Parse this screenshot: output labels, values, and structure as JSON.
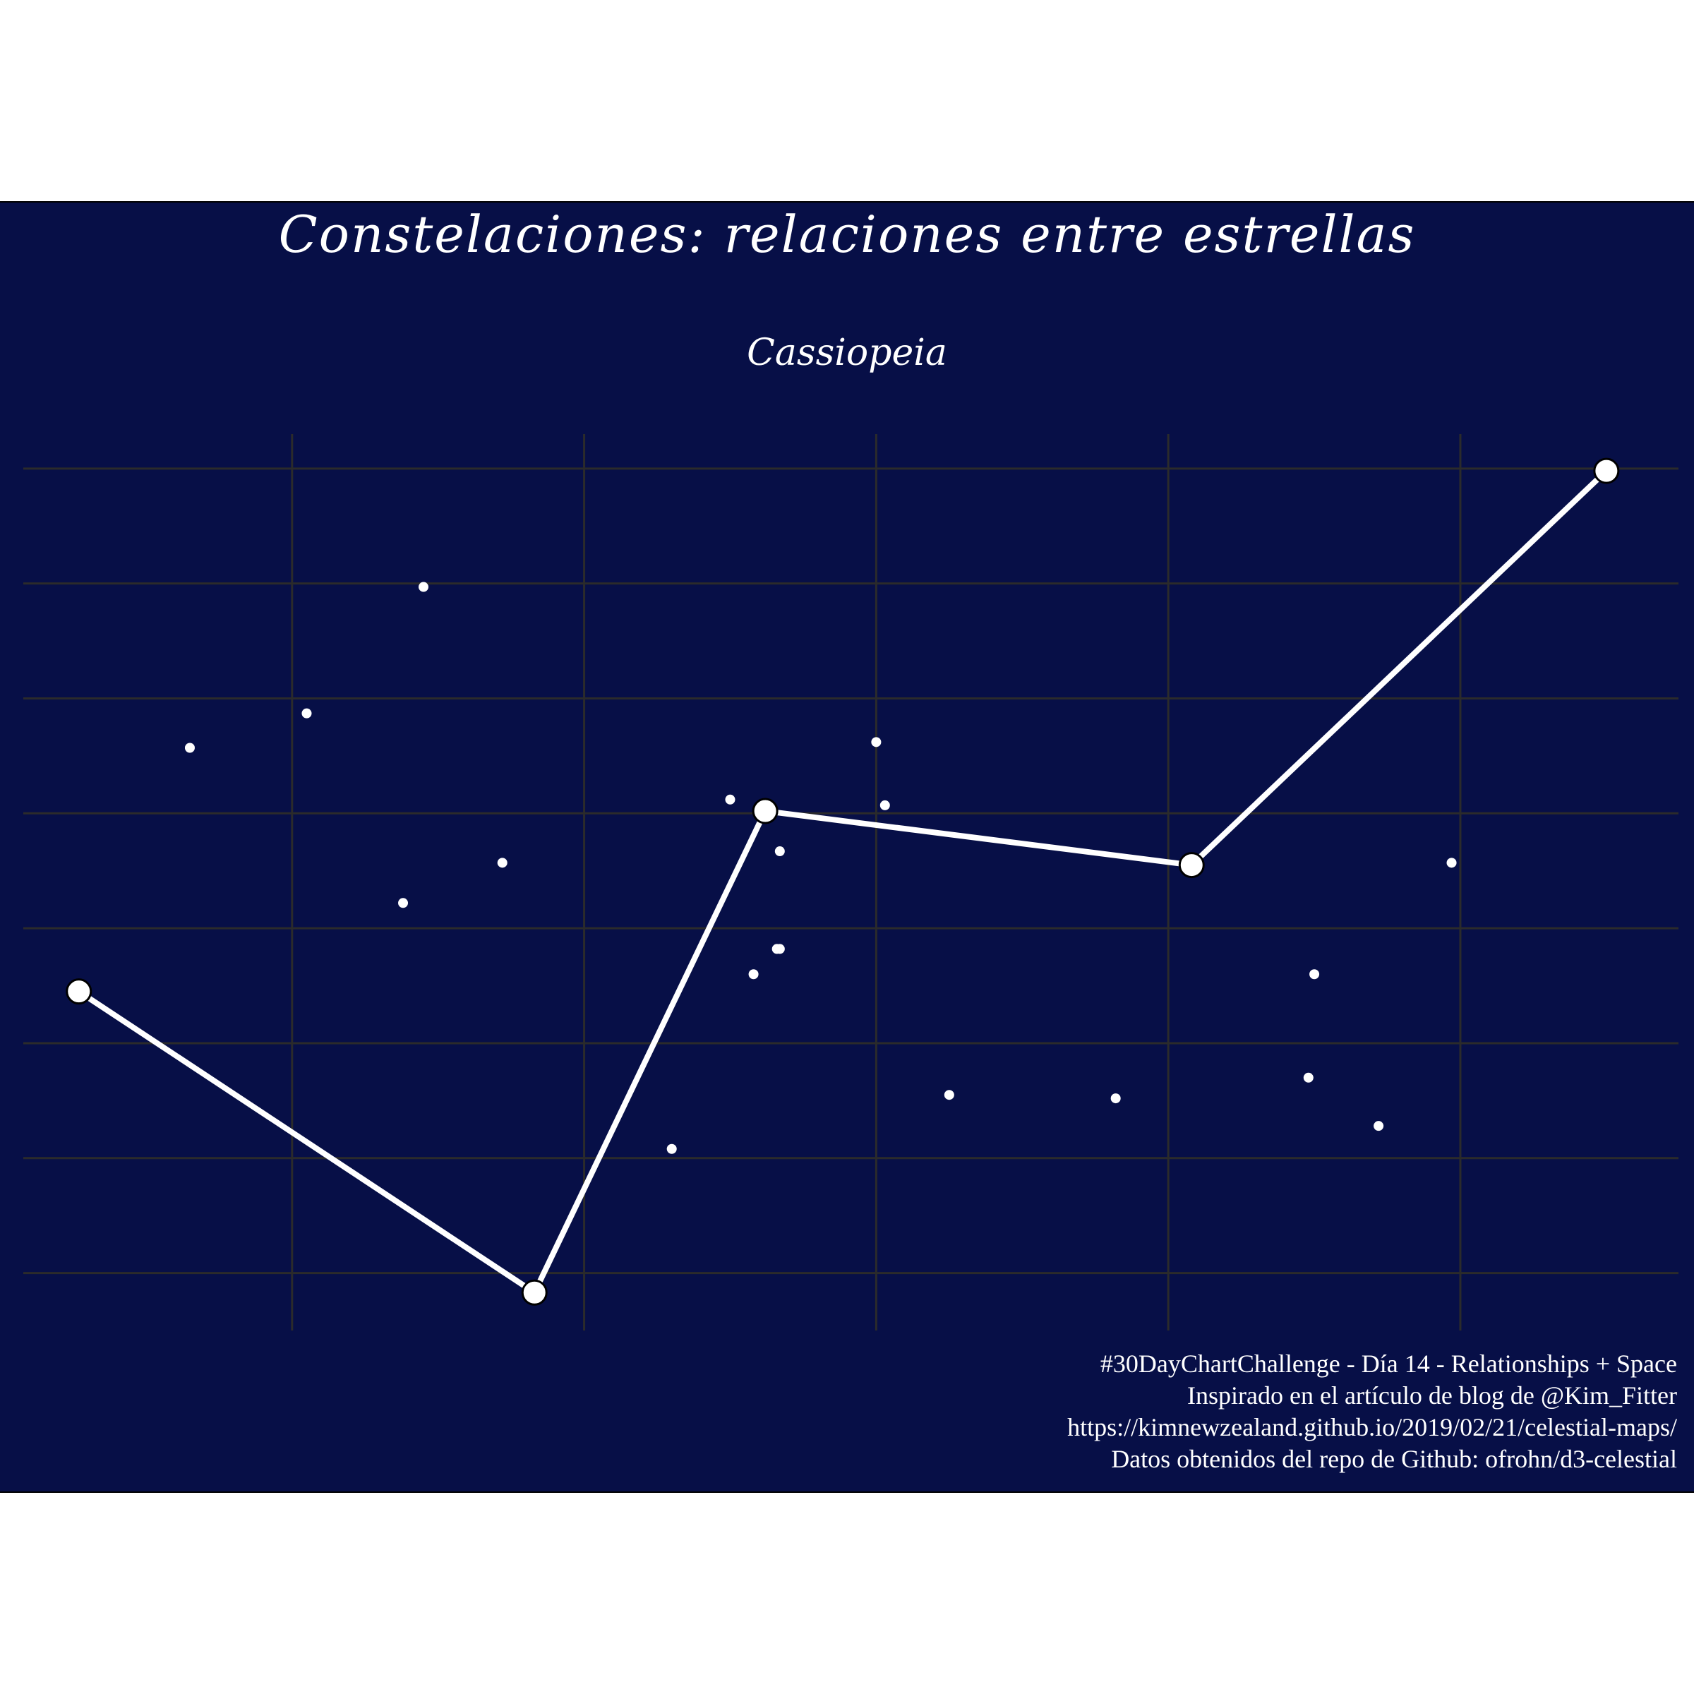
{
  "title": "Constelaciones: relaciones entre estrellas",
  "subtitle": "Cassiopeia",
  "caption": [
    "#30DayChartChallenge - Día 14 - Relationships + Space",
    "Inspirado en el artículo de blog de @Kim_Fitter",
    "https://kimnewzealand.github.io/2019/02/21/celestial-maps/",
    "Datos obtenidos del repo de Github: ofrohn/d3-celestial"
  ],
  "colors": {
    "background": "#070f47",
    "grid": "#2b2b2b",
    "star": "#ffffff",
    "line": "#ffffff",
    "outline": "#000000"
  },
  "chart_data": {
    "type": "scatter",
    "title": "Constelaciones: relaciones entre estrellas",
    "subtitle": "Cassiopeia",
    "xlabel": "",
    "ylabel": "",
    "xlim": [
      0.0,
      5.8
    ],
    "ylim": [
      0.0,
      7.8
    ],
    "grid": true,
    "axis_labels_shown": false,
    "series": [
      {
        "role": "constellation-line",
        "x": [
          0.27,
          1.83,
          2.62,
          4.08,
          5.5
        ],
        "y": [
          2.95,
          0.33,
          4.52,
          4.05,
          7.48
        ]
      },
      {
        "role": "background-stars",
        "x": [
          0.65,
          1.05,
          1.45,
          1.38,
          1.72,
          2.3,
          2.5,
          2.58,
          2.66,
          2.67,
          2.67,
          3.03,
          3.0,
          3.25,
          3.82,
          4.48,
          4.5,
          4.72,
          4.97
        ],
        "y": [
          5.07,
          5.37,
          6.47,
          3.72,
          4.07,
          1.58,
          4.62,
          3.1,
          3.32,
          4.17,
          3.32,
          4.57,
          5.12,
          2.05,
          2.02,
          2.2,
          3.1,
          1.78,
          4.07
        ]
      }
    ]
  }
}
